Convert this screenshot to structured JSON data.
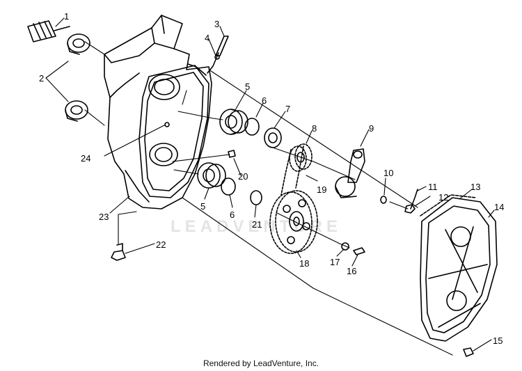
{
  "diagram": {
    "callouts": [
      "1",
      "2",
      "3",
      "4",
      "5",
      "6",
      "7",
      "8",
      "9",
      "10",
      "11",
      "12",
      "13",
      "14",
      "15",
      "16",
      "17",
      "18",
      "19",
      "20",
      "21",
      "22",
      "23",
      "24",
      "5",
      "6"
    ],
    "footer": "Rendered by LeadVenture, Inc.",
    "watermark": "LEADVENTURE"
  }
}
